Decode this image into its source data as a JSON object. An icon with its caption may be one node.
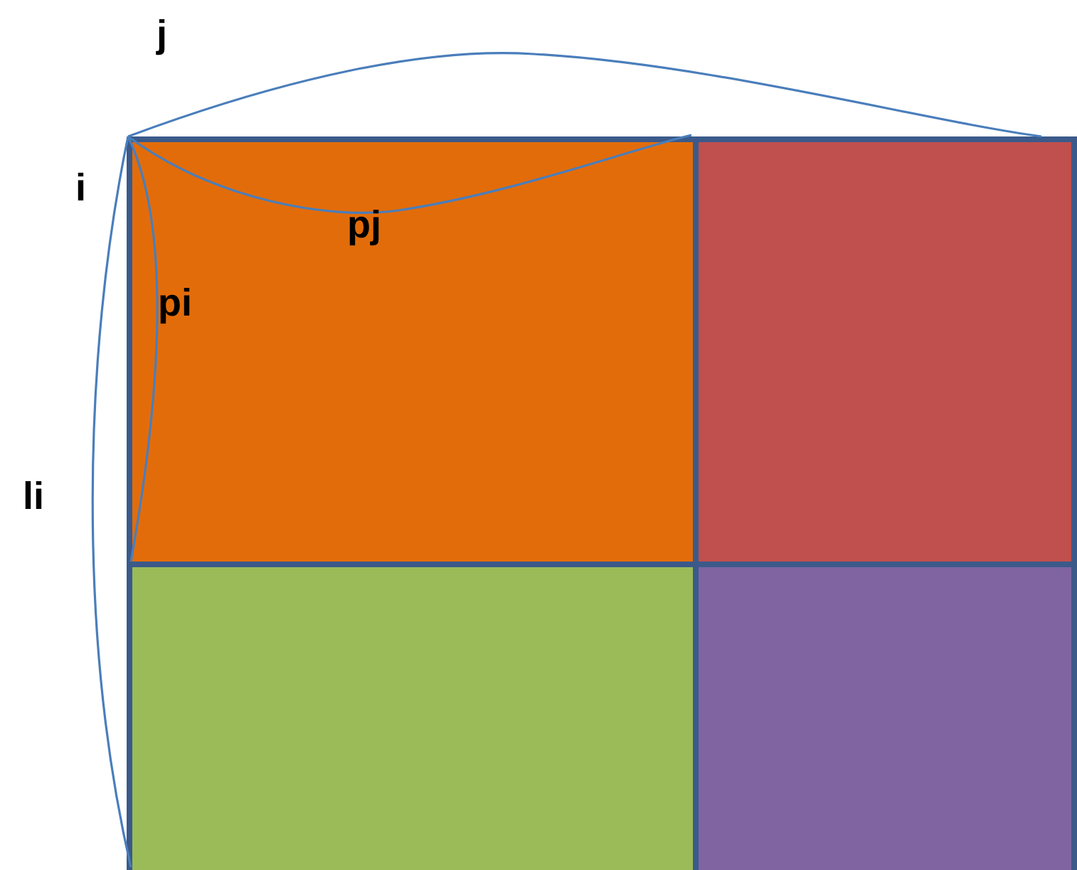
{
  "diagram": {
    "nodes": [
      {
        "text": [],
        "shape": "box"
      },
      {
        "text": [],
        "shape": "box"
      },
      {
        "text": [],
        "shape": "box"
      },
      {
        "text": [],
        "shape": "box"
      }
    ],
    "labels": [
      "j",
      "i",
      "pj",
      "pi",
      "li"
    ]
  }
}
